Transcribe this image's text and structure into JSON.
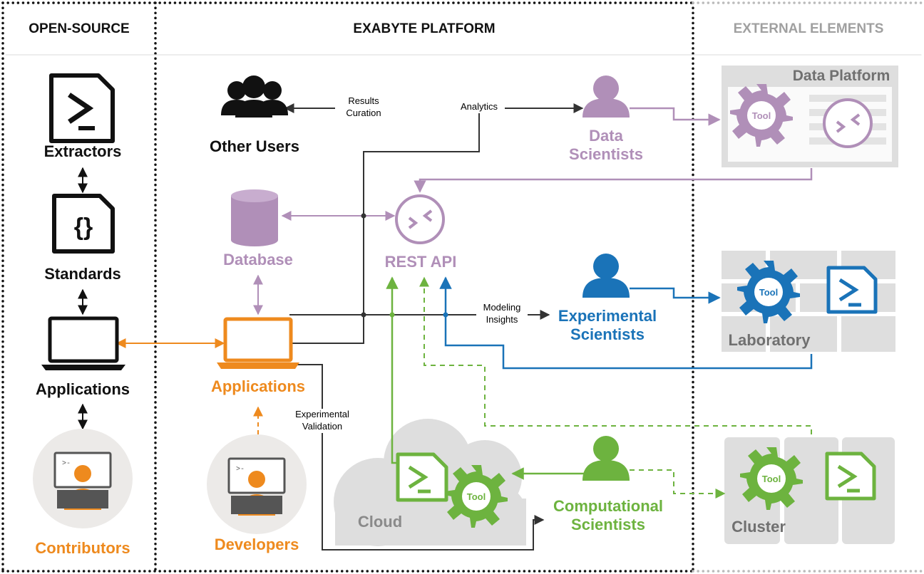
{
  "sections": {
    "open_source": "OPEN-SOURCE",
    "platform": "EXABYTE PLATFORM",
    "external": "EXTERNAL ELEMENTS"
  },
  "nodes": {
    "extractors": "Extractors",
    "standards": "Standards",
    "applications_os": "Applications",
    "contributors": "Contributors",
    "other_users": "Other Users",
    "database": "Database",
    "rest_api": "REST API",
    "applications_platform": "Applications",
    "developers": "Developers",
    "cloud": "Cloud",
    "data_scientists": [
      "Data",
      "Scientists"
    ],
    "experimental_scientists": [
      "Experimental",
      "Scientists"
    ],
    "computational_scientists": [
      "Computational",
      "Scientists"
    ],
    "data_platform": "Data Platform",
    "laboratory": "Laboratory",
    "cluster": "Cluster"
  },
  "edge_labels": {
    "results_curation": [
      "Results",
      "Curation"
    ],
    "analytics": "Analytics",
    "modeling_insights": [
      "Modeling",
      "Insights"
    ],
    "experimental_validation": [
      "Experimental",
      "Validation"
    ]
  },
  "tool_label": "Tool",
  "icons": [
    "terminal-icon",
    "braces-icon",
    "laptop-icon",
    "developer-icon",
    "users-icon",
    "database-icon",
    "api-icon",
    "person-icon",
    "gear-icon",
    "cloud-icon",
    "server-icon"
  ],
  "colors": {
    "purple": "#b08fb8",
    "blue": "#1a73b8",
    "green": "#6db33f",
    "orange": "#ee8a1e",
    "gray": "#d9d9d9",
    "dark": "#111111",
    "header_gray": "#a0a0a0"
  }
}
